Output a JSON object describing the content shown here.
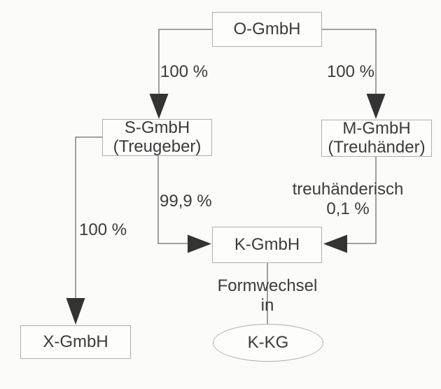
{
  "diagram": {
    "type": "org-structure-flowchart",
    "nodes": {
      "o": {
        "label": "O-GmbH"
      },
      "s": {
        "label": "S-GmbH",
        "sublabel": "(Treugeber)"
      },
      "m": {
        "label": "M-GmbH",
        "sublabel": "(Treuhänder)"
      },
      "k": {
        "label": "K-GmbH"
      },
      "x": {
        "label": "X-GmbH"
      },
      "kkg": {
        "label": "K-KG"
      }
    },
    "edge_labels": {
      "o_to_s": "100 %",
      "o_to_m": "100 %",
      "s_to_k": "99,9 %",
      "m_to_k_line1": "treuhänderisch",
      "m_to_k_line2": "0,1 %",
      "s_to_x": "100 %",
      "k_to_kkg_line1": "Formwechsel",
      "k_to_kkg_line2": "in"
    },
    "colors": {
      "background": "#fbfbf9",
      "box_border": "#aeaeae",
      "box_fill": "#fdfdfc",
      "text": "#3b3b3b",
      "connector": "#6e6e6e",
      "arrowhead": "#333333"
    }
  }
}
